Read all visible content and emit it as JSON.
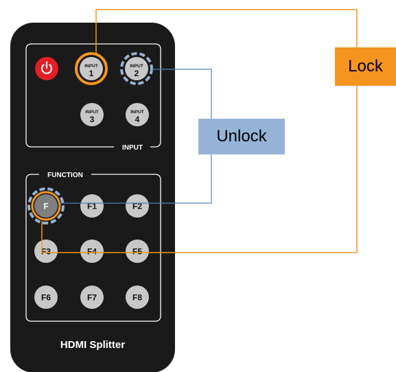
{
  "remote": {
    "input_section_label": "INPUT",
    "function_section_label": "FUNCTION",
    "brand_label": "HDMI Splitter",
    "power_icon": "power-icon",
    "input_buttons": [
      {
        "top": "INPUT",
        "num": "1"
      },
      {
        "top": "INPUT",
        "num": "2"
      },
      {
        "top": "INPUT",
        "num": "3"
      },
      {
        "top": "INPUT",
        "num": "4"
      }
    ],
    "function_buttons": [
      "F",
      "F1",
      "F2",
      "F3",
      "F4",
      "F5",
      "F6",
      "F7",
      "F8"
    ]
  },
  "callouts": {
    "lock": "Lock",
    "unlock": "Unlock"
  },
  "colors": {
    "remote_body": "#1a1a1a",
    "button": "#c8c8c8",
    "power": "#e31e24",
    "lock_accent": "#f5941e",
    "unlock_accent": "#95b3d7",
    "unlock_line": "#4f81bd"
  }
}
